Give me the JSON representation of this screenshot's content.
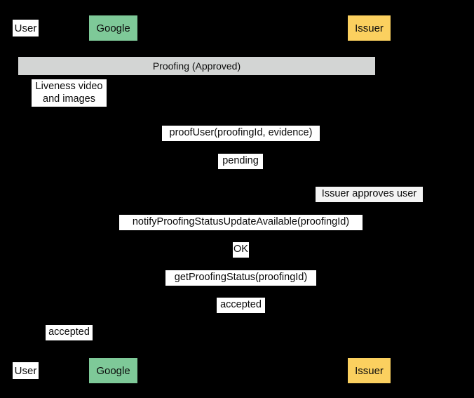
{
  "diagram": {
    "type": "sequence-diagram",
    "title": "Proofing (Approved)",
    "background_color": "#000000",
    "text_color": "#0a0a0a"
  },
  "actors": [
    {
      "id": "user",
      "label": "User",
      "style": "plain",
      "color": "#ffffff"
    },
    {
      "id": "google",
      "label": "Google",
      "style": "green",
      "color": "#7ec998"
    },
    {
      "id": "issuer",
      "label": "Issuer",
      "style": "yellow",
      "color": "#fbd05f"
    }
  ],
  "actors_bottom": [
    {
      "id": "user",
      "label": "User",
      "style": "plain",
      "color": "#ffffff"
    },
    {
      "id": "google",
      "label": "Google",
      "style": "green",
      "color": "#7ec998"
    },
    {
      "id": "issuer",
      "label": "Issuer",
      "style": "yellow",
      "color": "#fbd05f"
    }
  ],
  "banner": {
    "label": "Proofing (Approved)",
    "color": "#d3d5d4"
  },
  "messages": [
    {
      "id": "m1",
      "line1": "Liveness video",
      "line2": "and images",
      "from": "user",
      "to": "google"
    },
    {
      "id": "m2",
      "label": "proofUser(proofingId, evidence)",
      "from": "google",
      "to": "issuer"
    },
    {
      "id": "m3",
      "label": "pending",
      "from": "issuer",
      "to": "google"
    },
    {
      "id": "m4",
      "label": "Issuer approves user",
      "from": "issuer",
      "to": "issuer"
    },
    {
      "id": "m5",
      "label": "notifyProofingStatusUpdateAvailable(proofingId)",
      "from": "issuer",
      "to": "google"
    },
    {
      "id": "m6",
      "label": "OK",
      "from": "google",
      "to": "issuer"
    },
    {
      "id": "m7",
      "label": "getProofingStatus(proofingId)",
      "from": "google",
      "to": "issuer"
    },
    {
      "id": "m8",
      "label": "accepted",
      "from": "issuer",
      "to": "google"
    },
    {
      "id": "m9",
      "label": "accepted",
      "from": "google",
      "to": "user"
    }
  ]
}
